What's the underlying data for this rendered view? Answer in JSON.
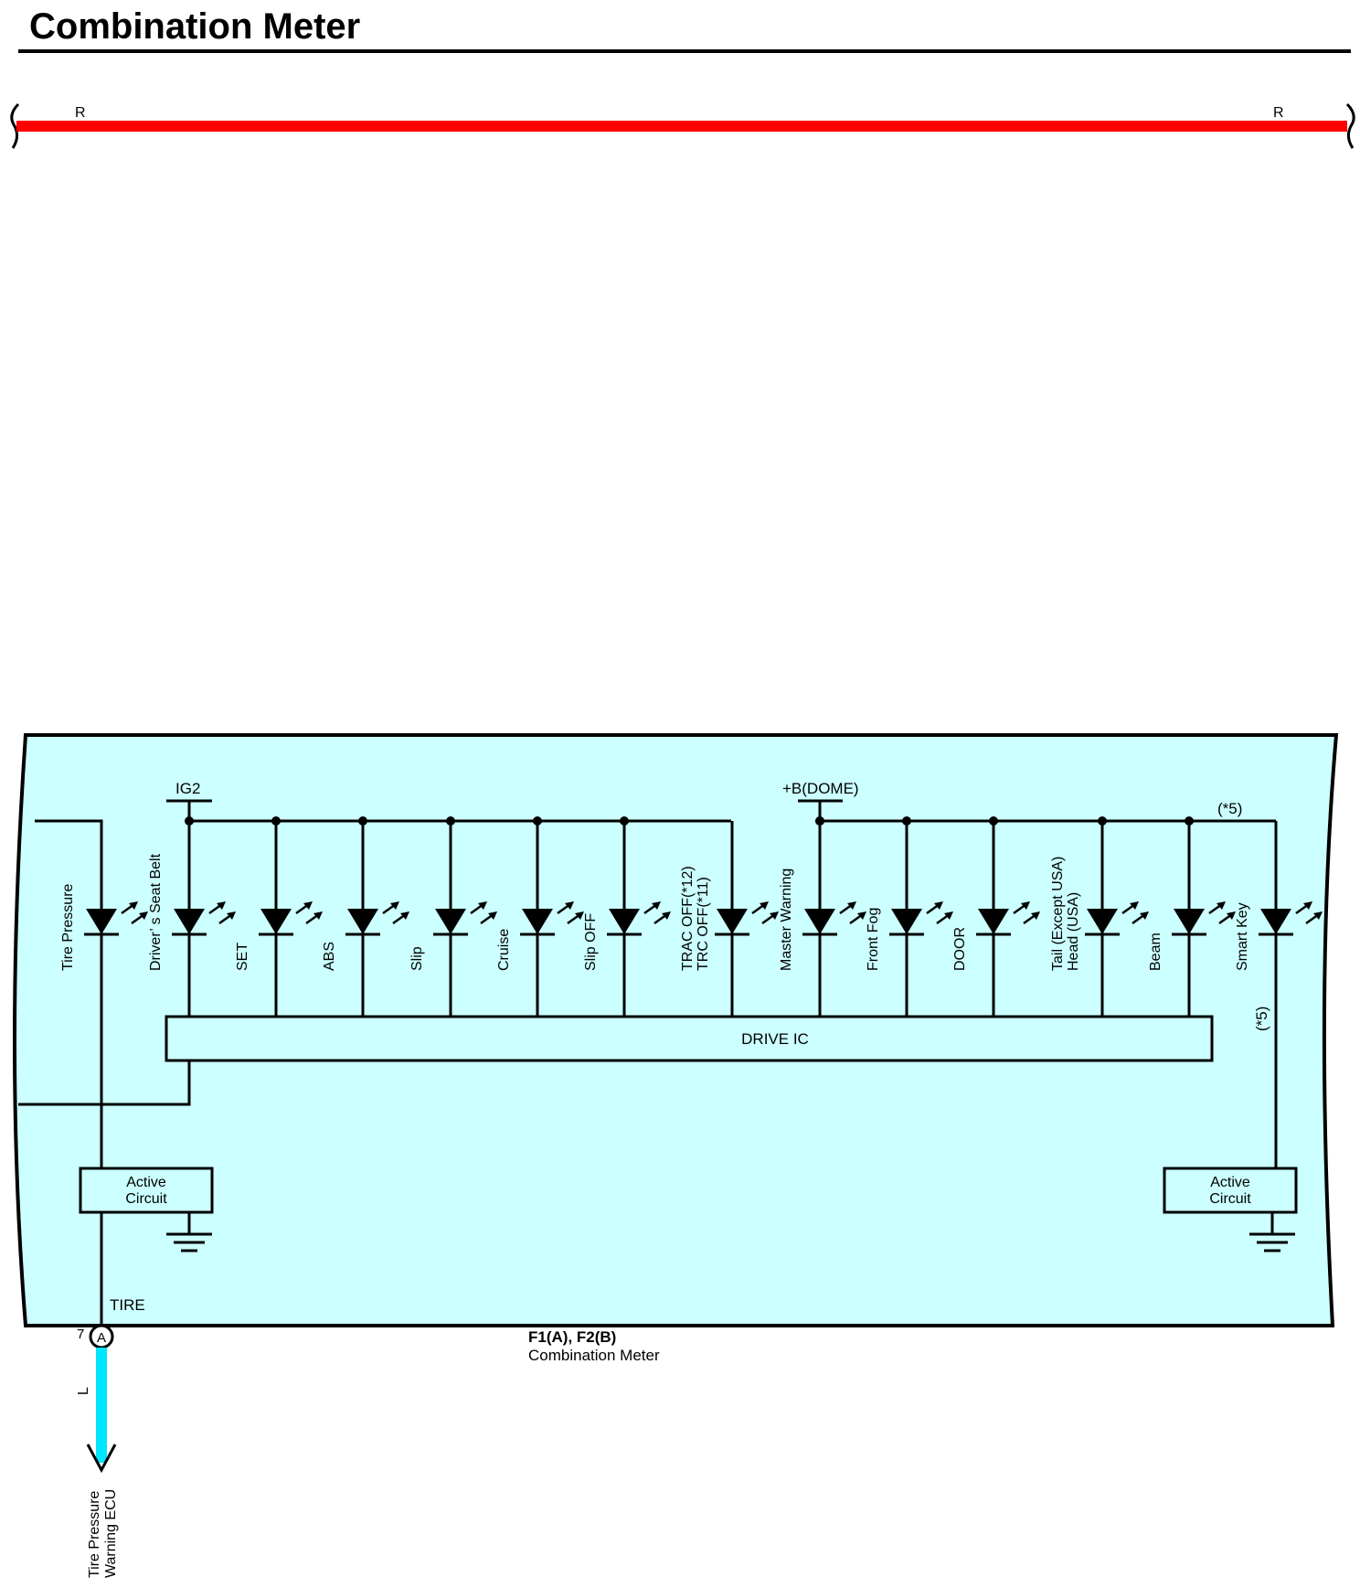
{
  "header": {
    "title": "Combination Meter"
  },
  "wire_top": {
    "left_label": "R",
    "right_label": "R",
    "color": "#ff0000"
  },
  "meter": {
    "fill_color": "#ccffff",
    "ig2_label": "IG2",
    "dome_label": "+B(DOME)",
    "note_top": "(*5)",
    "note_side": "(*5)",
    "drive_ic_label": "DRIVE IC",
    "active_circuit_left": {
      "line1": "Active",
      "line2": "Circuit"
    },
    "active_circuit_right": {
      "line1": "Active",
      "line2": "Circuit"
    },
    "terminal_name": "TIRE",
    "lamps": [
      {
        "line1": "Tire Pressure",
        "line2": ""
      },
      {
        "line1": "Driver’ s Seat Belt",
        "line2": ""
      },
      {
        "line1": "SET",
        "line2": ""
      },
      {
        "line1": "ABS",
        "line2": ""
      },
      {
        "line1": "Slip",
        "line2": ""
      },
      {
        "line1": "Cruise",
        "line2": ""
      },
      {
        "line1": "Slip OFF",
        "line2": ""
      },
      {
        "line1": "TRAC OFF(*12)",
        "line2": "TRC OFF(*11)"
      },
      {
        "line1": "Master Warning",
        "line2": ""
      },
      {
        "line1": "Front Fog",
        "line2": ""
      },
      {
        "line1": "DOOR",
        "line2": ""
      },
      {
        "line1": "Tail (Except USA)",
        "line2": "Head (USA)"
      },
      {
        "line1": "Beam",
        "line2": ""
      },
      {
        "line1": "Smart Key",
        "line2": ""
      }
    ]
  },
  "connector": {
    "pin": "7",
    "letter": "A",
    "code": "F1(A), F2(B)",
    "name": "Combination Meter"
  },
  "wire_bottom": {
    "label": "L",
    "color": "#00e5ff",
    "destination_line1": "Tire Pressure",
    "destination_line2": "Warning ECU"
  }
}
